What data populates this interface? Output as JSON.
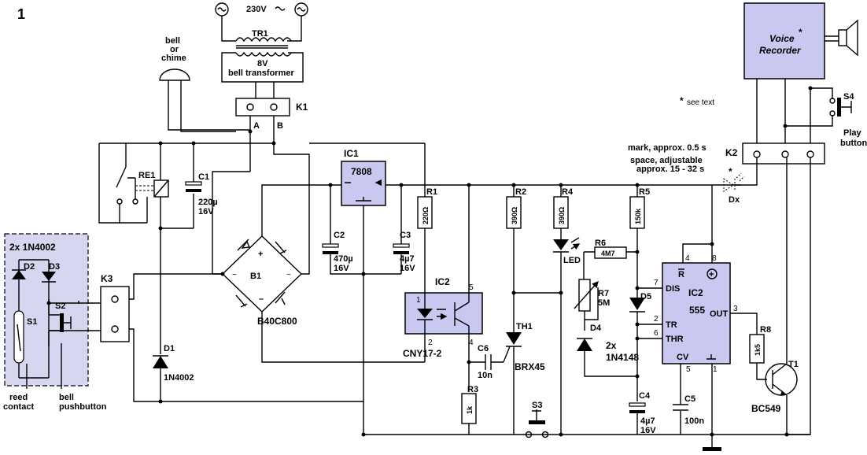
{
  "figure_number": "1",
  "mains": {
    "label": "230V"
  },
  "transformer": {
    "ref": "TR1",
    "value": "8V",
    "desc": "bell transformer"
  },
  "bell": {
    "l1": "bell",
    "l2": "or",
    "l3": "chime"
  },
  "connectors": {
    "k1": "K1",
    "k1_a": "A",
    "k1_b": "B",
    "k2": "K2",
    "k3": "K3"
  },
  "relay": {
    "ref": "RE1"
  },
  "c1": {
    "ref": "C1",
    "v1": "220µ",
    "v2": "16V"
  },
  "bridge": {
    "ref": "B1",
    "part": "B40C800",
    "plus": "+",
    "minus": "–"
  },
  "diodes_box": {
    "title": "2x 1N4002",
    "d2": "D2",
    "d3": "D3",
    "s1": "S1",
    "s2": "S2",
    "reed1": "reed",
    "reed2": "contact",
    "push1": "bell",
    "push2": "pushbutton"
  },
  "d1": {
    "ref": "D1",
    "part": "1N4002"
  },
  "ic1": {
    "ref": "IC1",
    "part": "7808"
  },
  "c2": {
    "ref": "C2",
    "v1": "470µ",
    "v2": "16V"
  },
  "c3": {
    "ref": "C3",
    "v1": "4µ7",
    "v2": "16V"
  },
  "r1": {
    "ref": "R1",
    "val": "220Ω"
  },
  "r2": {
    "ref": "R2",
    "val": "390Ω"
  },
  "r3": {
    "ref": "R3",
    "val": "1k"
  },
  "r4": {
    "ref": "R4",
    "val": "390Ω"
  },
  "r5": {
    "ref": "R5",
    "val": "150k"
  },
  "r6": {
    "ref": "R6",
    "val": "4M7"
  },
  "r7": {
    "ref": "R7",
    "val": "5M"
  },
  "r8": {
    "ref": "R8",
    "val": "1k5"
  },
  "opto": {
    "ref": "IC2",
    "part": "CNY17-2",
    "p1": "1",
    "p2": "2",
    "p4": "4",
    "p5": "5"
  },
  "c6": {
    "ref": "C6",
    "val": "10n"
  },
  "th1": {
    "ref": "TH1",
    "part": "BRX45"
  },
  "s3": {
    "ref": "S3"
  },
  "led": {
    "label": "LED"
  },
  "d4": {
    "ref": "D4"
  },
  "d5": {
    "ref": "D5"
  },
  "d45": {
    "count": "2x",
    "part": "1N4148"
  },
  "timer": {
    "ref": "IC2",
    "part": "555",
    "p4": "4",
    "p8": "8",
    "p7": "7",
    "p2": "2",
    "p6": "6",
    "p3": "3",
    "p5": "5",
    "p1": "1",
    "rst": "R",
    "dis": "DIS",
    "tr": "TR",
    "thr": "THR",
    "out": "OUT",
    "cv": "CV"
  },
  "c4": {
    "ref": "C4",
    "v1": "4µ7",
    "v2": "16V"
  },
  "c5": {
    "ref": "C5",
    "val": "100n"
  },
  "t1": {
    "ref": "T1",
    "part": "BC549"
  },
  "recorder": {
    "l1": "Voice",
    "l2": "Recorder",
    "star": "*"
  },
  "note": {
    "star": "*",
    "text": "see text"
  },
  "timing": {
    "l1": "mark, approx. 0.5 s",
    "l2": "space, adjustable",
    "l3": "approx. 15 - 32 s"
  },
  "dx": {
    "ref": "Dx",
    "star": "*"
  },
  "s4": {
    "ref": "S4",
    "l1": "Play",
    "l2": "button"
  }
}
